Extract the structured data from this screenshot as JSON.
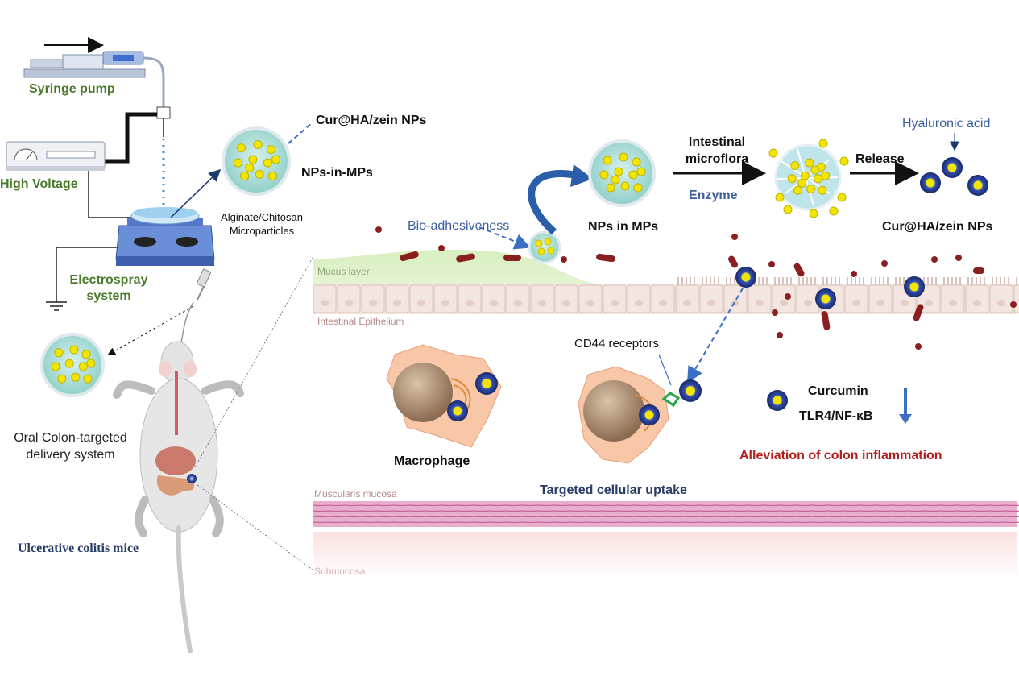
{
  "setup": {
    "syringe_pump": "Syringe pump",
    "high_voltage": "High Voltage",
    "electrospray_line1": "Electrospray",
    "electrospray_line2": "system"
  },
  "particles": {
    "nps_label": "Cur@HA/zein NPs",
    "nps_in_mps": "NPs-in-MPs",
    "micro_line1": "Alginate/Chitosan",
    "micro_line2": "Microparticles"
  },
  "mouse": {
    "system_line1": "Oral Colon-targeted",
    "system_line2": "delivery system",
    "model": "Ulcerative colitis mice"
  },
  "process": {
    "bioadhesive": "Bio-adhesiveness",
    "nps_in_mps": "NPs in MPs",
    "microflora_line1": "Intestinal",
    "microflora_line2": "microflora",
    "enzyme": "Enzyme",
    "release": "Release",
    "hyaluronic": "Hyaluronic acid",
    "released_nps": "Cur@HA/zein NPs"
  },
  "tissue": {
    "mucus": "Mucus layer",
    "epithelium": "Intestinal Epithelium",
    "muscularis": "Muscularis mucosa",
    "submucosa": "Submucosa"
  },
  "cells": {
    "cd44": "CD44 receptors",
    "macrophage": "Macrophage",
    "uptake": "Targeted cellular uptake"
  },
  "effects": {
    "curcumin": "Curcumin",
    "pathway": "TLR4/NF-κB",
    "outcome": "Alleviation of colon inflammation"
  },
  "colors": {
    "label_green": "#4a7a2a",
    "label_blue": "#3a5f9a",
    "outcome_red": "#b01e1e",
    "np_core": "#f2e600",
    "np_shell": "#2a3f8f",
    "muscle_pink": "#e6a3c6"
  }
}
